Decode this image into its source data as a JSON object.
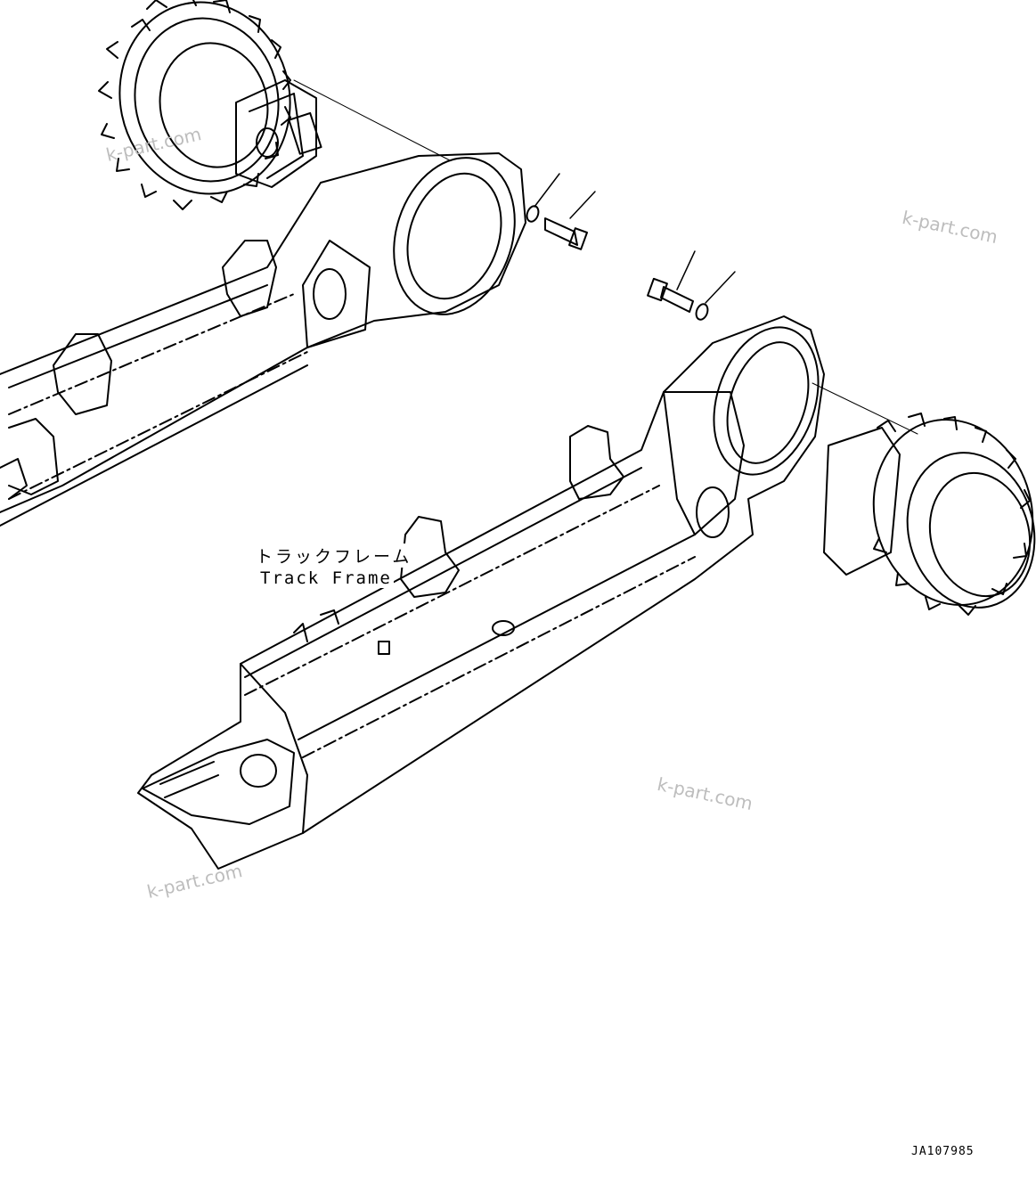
{
  "labels": {
    "part_name_jp": "トラックフレーム",
    "part_name_en": "Track Frame",
    "drawing_number": "JA107985"
  },
  "watermarks": [
    "k-part.com",
    "k-part.com",
    "k-part.com",
    "k-part.com"
  ]
}
